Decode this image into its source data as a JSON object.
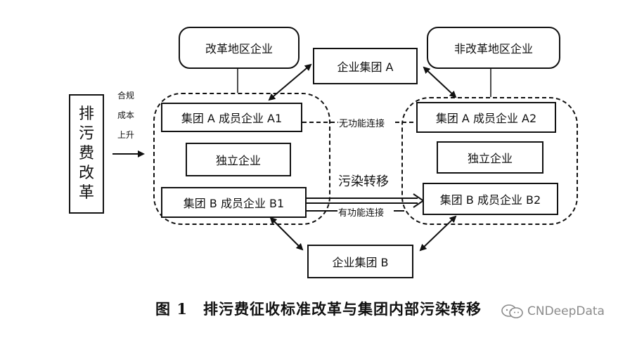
{
  "reform_vertical": [
    "排",
    "污",
    "费",
    "改",
    "革"
  ],
  "cost_labels": [
    "合规",
    "成本",
    "上升"
  ],
  "boxes": {
    "reform_region": "改革地区企业",
    "non_reform_region": "非改革地区企业",
    "group_a": "企业集团 A",
    "group_b": "企业集团 B",
    "member_a1": "集团 A 成员企业 A1",
    "member_a2": "集团 A 成员企业 A2",
    "member_b1": "集团 B 成员企业 B1",
    "member_b2": "集团 B 成员企业 B2",
    "independent_left": "独立企业",
    "independent_right": "独立企业"
  },
  "edge_labels": {
    "no_function_link": "无功能连接",
    "function_link": "有功能连接",
    "pollution_transfer": "污染转移"
  },
  "caption": "图 1　排污费征收标准改革与集团内部污染转移",
  "watermark": "CNDeepData"
}
